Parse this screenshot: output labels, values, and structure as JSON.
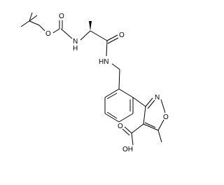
{
  "molecule": {
    "atom_labels": {
      "carbamate_ether_oxygen": "O",
      "carbamate_carbonyl_oxygen": "O",
      "carbamate_nh": "N",
      "carbamate_nh_h": "H",
      "amide_carbonyl_oxygen": "O",
      "amide_hn": "HN",
      "isoxazole_nitrogen": "N",
      "isoxazole_oxygen": "O",
      "carboxylic_oh": "OH",
      "carboxylic_o": "O"
    }
  }
}
